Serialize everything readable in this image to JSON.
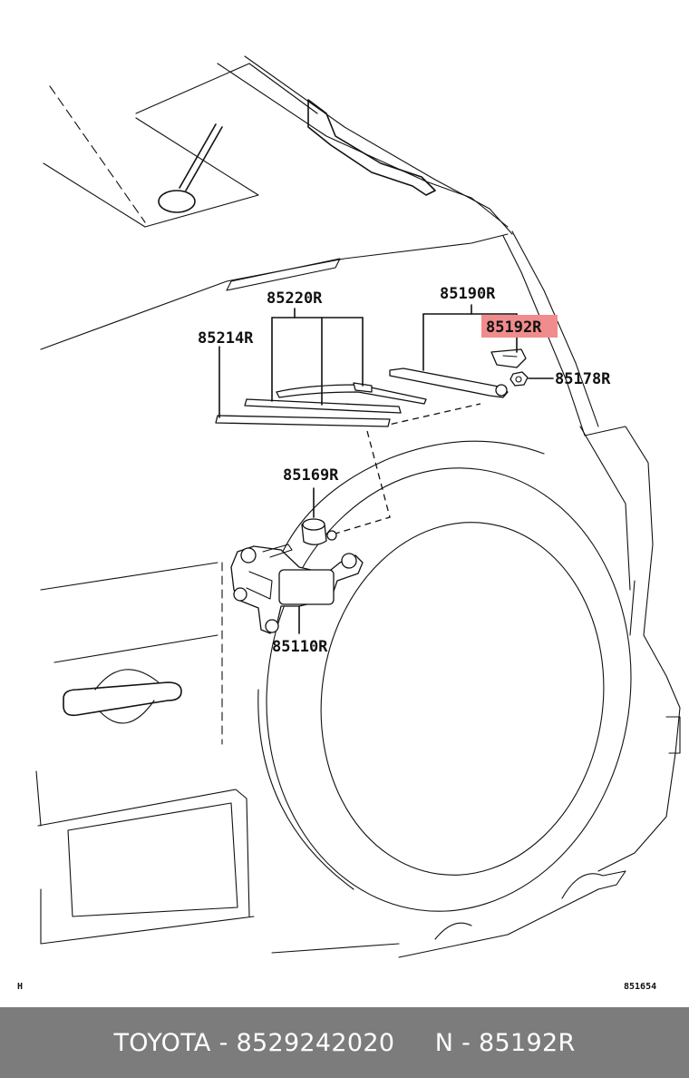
{
  "callouts": {
    "wiper_blade_assy": "85220R",
    "wiper_rubber": "85214R",
    "wiper_arm": "85190R",
    "arm_cover": "85192R",
    "nut": "85178R",
    "pivot_cap": "85169R",
    "wiper_motor": "85110R"
  },
  "corner_left": "H",
  "corner_right": "851654",
  "highlight_color": "#f08c8c",
  "footer": {
    "brand": "TOYOTA",
    "separator": " - ",
    "part_number": "8529242020",
    "ref_prefix": "N",
    "ref_code": "85192R"
  }
}
